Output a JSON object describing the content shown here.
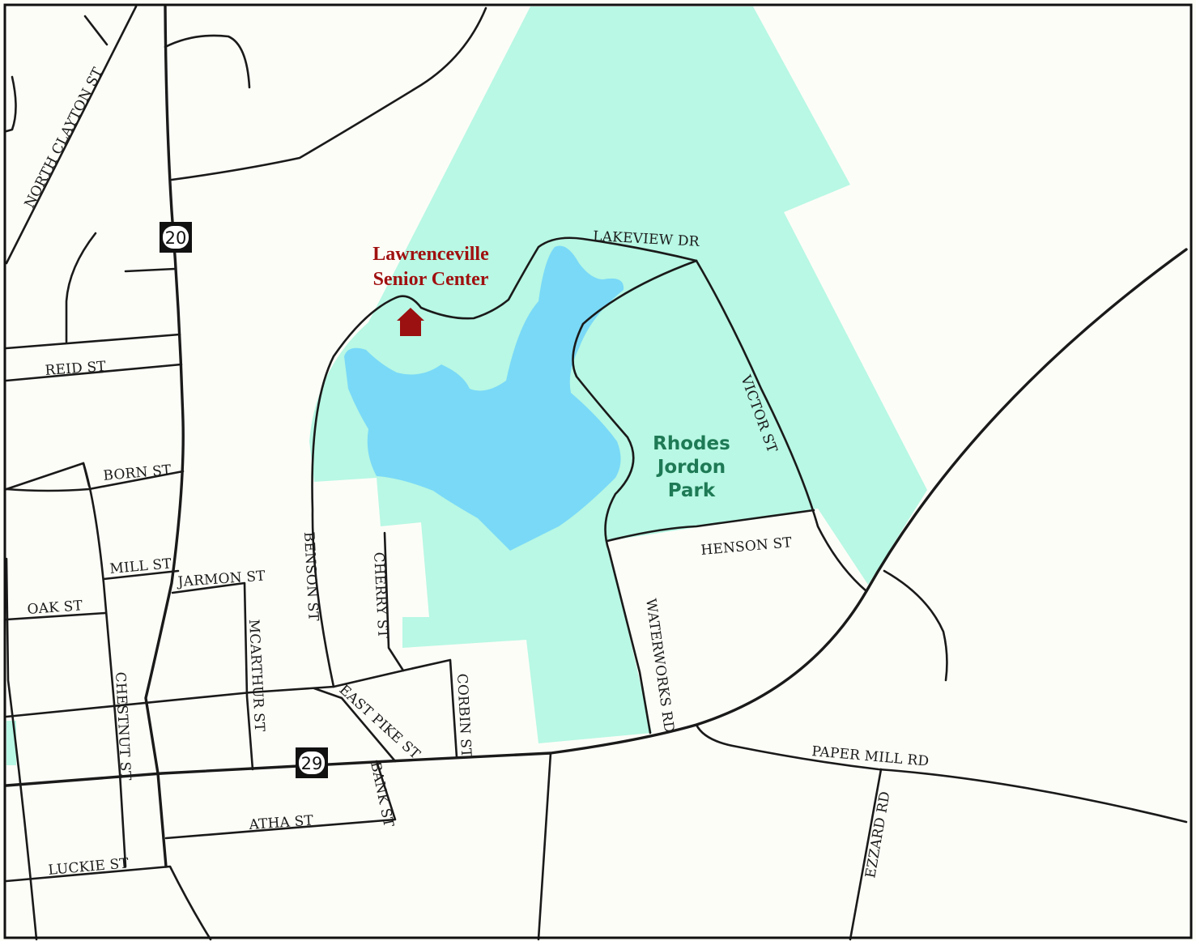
{
  "map": {
    "colors": {
      "background": "#fdfdf8",
      "park": "#b8f8e4",
      "lake": "#7ad9f7",
      "road": "#1a1a1a",
      "place_label": "#a01010",
      "park_label": "#1e7a55",
      "marker": "#9b1010"
    },
    "place": {
      "name_line1": "Lawrenceville",
      "name_line2": "Senior Center",
      "icon": "house-icon"
    },
    "park": {
      "line1": "Rhodes",
      "line2": "Jordon",
      "line3": "Park"
    },
    "shields": {
      "route_20": "20",
      "route_29": "29"
    },
    "streets": {
      "north_clayton": "NORTH CLAYTON ST",
      "reid": "REID ST",
      "born": "BORN ST",
      "mill": "MILL ST",
      "oak": "OAK ST",
      "jarmon": "JARMON ST",
      "mcarthur": "MCARTHUR ST",
      "chestnut": "CHESTNUT ST",
      "benson": "BENSON ST",
      "cherry": "CHERRY ST",
      "east_pike": "EAST PIKE ST",
      "corbin": "CORBIN ST",
      "bank": "BANK ST",
      "atha": "ATHA ST",
      "luckie": "LUCKIE ST",
      "lakeview": "LAKEVIEW DR",
      "victor": "VICTOR ST",
      "henson": "HENSON ST",
      "waterworks": "WATERWORKS RD",
      "paper_mill": "PAPER MILL RD",
      "ezzard": "EZZARD RD"
    }
  }
}
